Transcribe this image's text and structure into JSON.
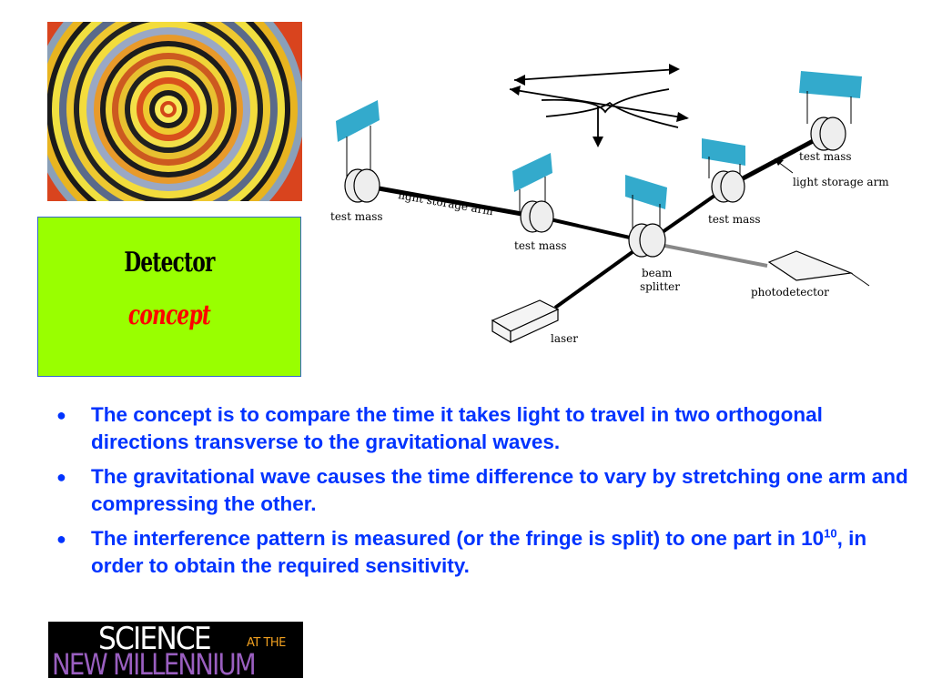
{
  "art": {
    "description_icon": "concentric-rings-painting"
  },
  "title_box": {
    "line1": "Detector",
    "line2": "concept",
    "background": "#99ff00",
    "line1_color": "#000000",
    "line2_color": "#ff0000"
  },
  "diagram": {
    "labels": {
      "test_mass_left": "test mass",
      "light_storage_arm_left": "light storage arm",
      "test_mass_center": "test mass",
      "beam_splitter_1": "beam",
      "beam_splitter_2": "splitter",
      "test_mass_right_inner": "test mass",
      "test_mass_right_outer": "test mass",
      "light_storage_arm_right": "light storage arm",
      "photodetector": "photodetector",
      "laser": "laser"
    },
    "mirror_color": "#33aacc"
  },
  "bullets": [
    {
      "text": "The concept is to compare the time it takes light to travel in two orthogonal directions transverse to the gravitational waves."
    },
    {
      "text": "The gravitational wave causes the time difference to vary by stretching one arm and compressing the other."
    },
    {
      "text_before": "The interference pattern is measured (or the fringe is split) to one part in 10",
      "sup": "10",
      "text_after": ", in order to obtain the required sensitivity."
    }
  ],
  "bullet_glyph": "●",
  "text_color": "#0033ff",
  "logo": {
    "line1": "SCIENCE",
    "line1_small": "AT THE",
    "line2": "NEW MILLENNIUM"
  }
}
